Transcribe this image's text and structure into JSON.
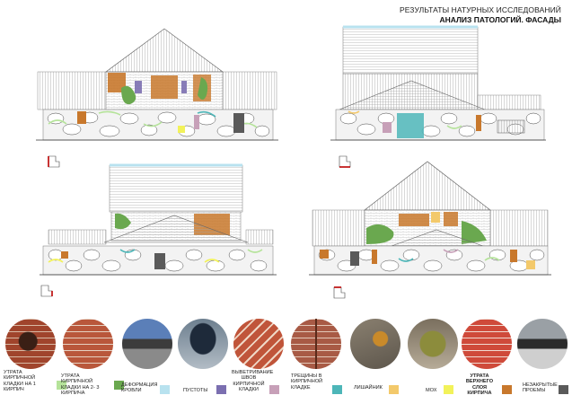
{
  "header": {
    "line1": "РЕЗУЛЬТАТЫ НАТУРНЫХ ИССЛЕДОВАНИЙ",
    "line2": "АНАЛИЗ ПАТОЛОГИЙ. ФАСАДЫ"
  },
  "colors": {
    "brick_loss_1": "#b5e39a",
    "brick_loss_2_3": "#6aa84f",
    "roof_deformation": "#b8e2ef",
    "voids": "#7b6fb0",
    "joint_weathering": "#c7a0b8",
    "cracks": "#4db6b8",
    "lichen": "#f3c96b",
    "moss": "#f2f25a",
    "top_layer_loss": "#c8782c",
    "open_openings": "#5a5a5a"
  },
  "legend": [
    {
      "label": "УТРАТА КИРПИЧНОЙ КЛАДКИ НА 1 КИРПИЧ",
      "color": "#b5e39a",
      "bold": false,
      "icon": "brick-hole-photo"
    },
    {
      "label": "УТРАТА КИРПИЧНОЙ КЛАДКИ НА 2- 3 КИРПИЧА",
      "color": "#6aa84f",
      "bold": false,
      "icon": "brick-wall-photo"
    },
    {
      "label": "ДЕФОРМАЦИЯ КРОВЛИ",
      "color": "#b8e2ef",
      "bold": false,
      "icon": "roof-photo"
    },
    {
      "label": "ПУСТОТЫ",
      "color": "#7b6fb0",
      "bold": false,
      "icon": "void-photo"
    },
    {
      "label": "ВЫВЕТРИВАНИЕ ШВОВ КИРПИЧНОЙ КЛАДКИ",
      "color": "#c7a0b8",
      "bold": false,
      "icon": "joint-photo"
    },
    {
      "label": "ТРЕЩИНЫ В КИРПИЧНОЙ КЛАДКЕ",
      "color": "#4db6b8",
      "bold": false,
      "icon": "crack-photo"
    },
    {
      "label": "ЛИШАЙНИК",
      "color": "#f3c96b",
      "bold": false,
      "icon": "lichen-photo"
    },
    {
      "label": "МОХ",
      "color": "#f2f25a",
      "bold": false,
      "icon": "moss-photo"
    },
    {
      "label": "УТРАТА ВЕРХНЕГО СЛОЯ КИРПИЧА",
      "color": "#c8782c",
      "bold": true,
      "icon": "brick-surface-photo"
    },
    {
      "label": "НЕЗАКРЫТЫЕ ПРОЕМЫ",
      "color": "#5a5a5a",
      "bold": false,
      "icon": "opening-photo"
    }
  ]
}
